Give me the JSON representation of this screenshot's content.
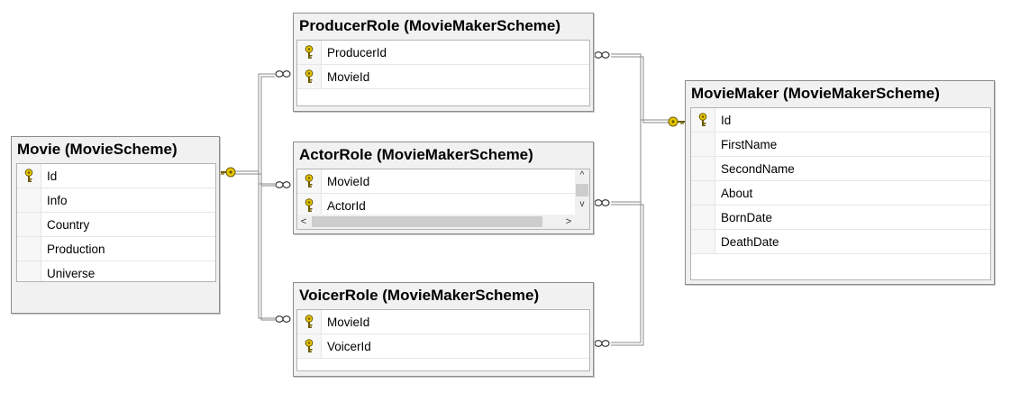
{
  "colors": {
    "key_gold": "#e8c800",
    "connector": "#8a8a8a",
    "title_bg": "#f1f1f1"
  },
  "icons": {
    "primary_key": "key-icon"
  },
  "tables": {
    "movie": {
      "title": "Movie (MovieScheme)",
      "columns": [
        "Id",
        "Info",
        "Country",
        "Production",
        "Universe"
      ],
      "keys": [
        0
      ]
    },
    "producer_role": {
      "title": "ProducerRole (MovieMakerScheme)",
      "columns": [
        "ProducerId",
        "MovieId"
      ],
      "keys": [
        0,
        1
      ]
    },
    "actor_role": {
      "title": "ActorRole (MovieMakerScheme)",
      "columns": [
        "MovieId",
        "ActorId"
      ],
      "keys": [
        0,
        1
      ]
    },
    "voicer_role": {
      "title": "VoicerRole (MovieMakerScheme)",
      "columns": [
        "MovieId",
        "VoicerId"
      ],
      "keys": [
        0,
        1
      ]
    },
    "movie_maker": {
      "title": "MovieMaker (MovieMakerScheme)",
      "columns": [
        "Id",
        "FirstName",
        "SecondName",
        "About",
        "BornDate",
        "DeathDate"
      ],
      "keys": [
        0
      ]
    }
  },
  "scroll": {
    "up": "^",
    "down": "v",
    "left": "<",
    "right": ">"
  }
}
